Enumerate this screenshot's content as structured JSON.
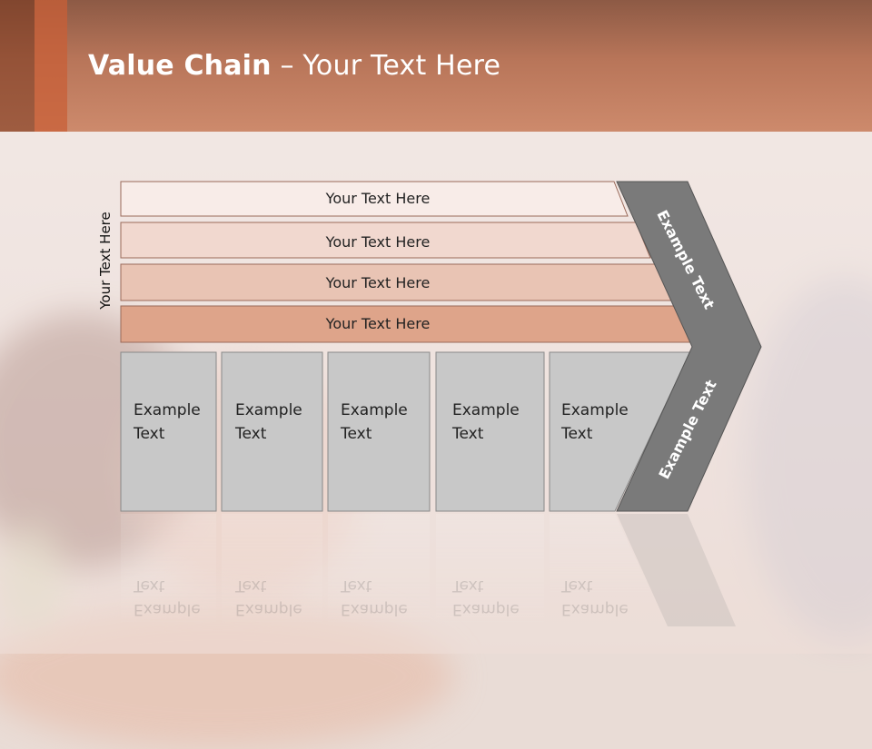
{
  "header": {
    "title_bold": "Value Chain",
    "title_rest": " – Your Text Here"
  },
  "side_label": "Your Text Here",
  "bars": [
    {
      "label": "Your Text Here",
      "color": "#f8ece8"
    },
    {
      "label": "Your Text Here",
      "color": "#f1d8cf"
    },
    {
      "label": "Your Text Here",
      "color": "#e9c4b4"
    },
    {
      "label": "Your Text Here",
      "color": "#dea48a"
    }
  ],
  "cells": [
    {
      "line1": "Example",
      "line2": "Text"
    },
    {
      "line1": "Example",
      "line2": "Text"
    },
    {
      "line1": "Example",
      "line2": "Text"
    },
    {
      "line1": "Example",
      "line2": "Text"
    },
    {
      "line1": "Example",
      "line2": "Text"
    }
  ],
  "chevron": {
    "upper_text": "Example Text",
    "lower_text": "Example Text",
    "color": "#7a7a7a"
  },
  "colors": {
    "cell_fill": "#c8c8c8",
    "header_accent": "#c8643c"
  }
}
